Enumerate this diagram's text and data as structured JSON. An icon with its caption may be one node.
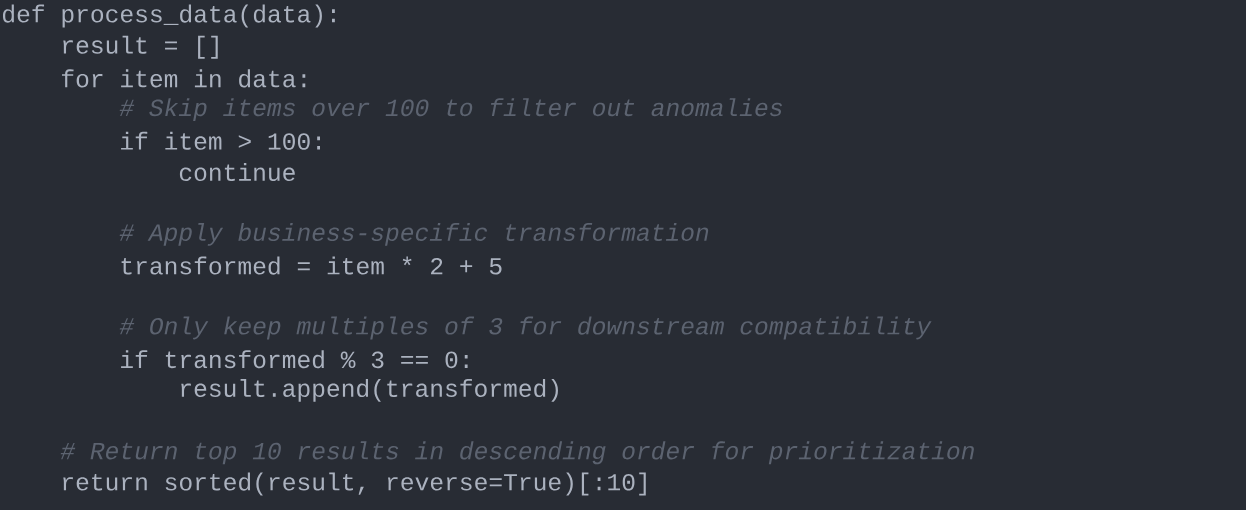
{
  "diagram": {
    "labels": [
      "def process_data(data):",
      "result = []",
      "for item in data:",
      "# Skip items over 100 to filter out anomalies",
      "if item > 100:",
      "continue",
      "# Apply business-specific transformation",
      "transformed = item * 2 + 5",
      "# Only keep multiples of 3 for downstream compatibility",
      "if transformed % 3 == 0:",
      "result.append(transformed)",
      "# Return top 10 results in descending order for prioritization",
      "return sorted(result, reverse=True)[:10]"
    ]
  }
}
